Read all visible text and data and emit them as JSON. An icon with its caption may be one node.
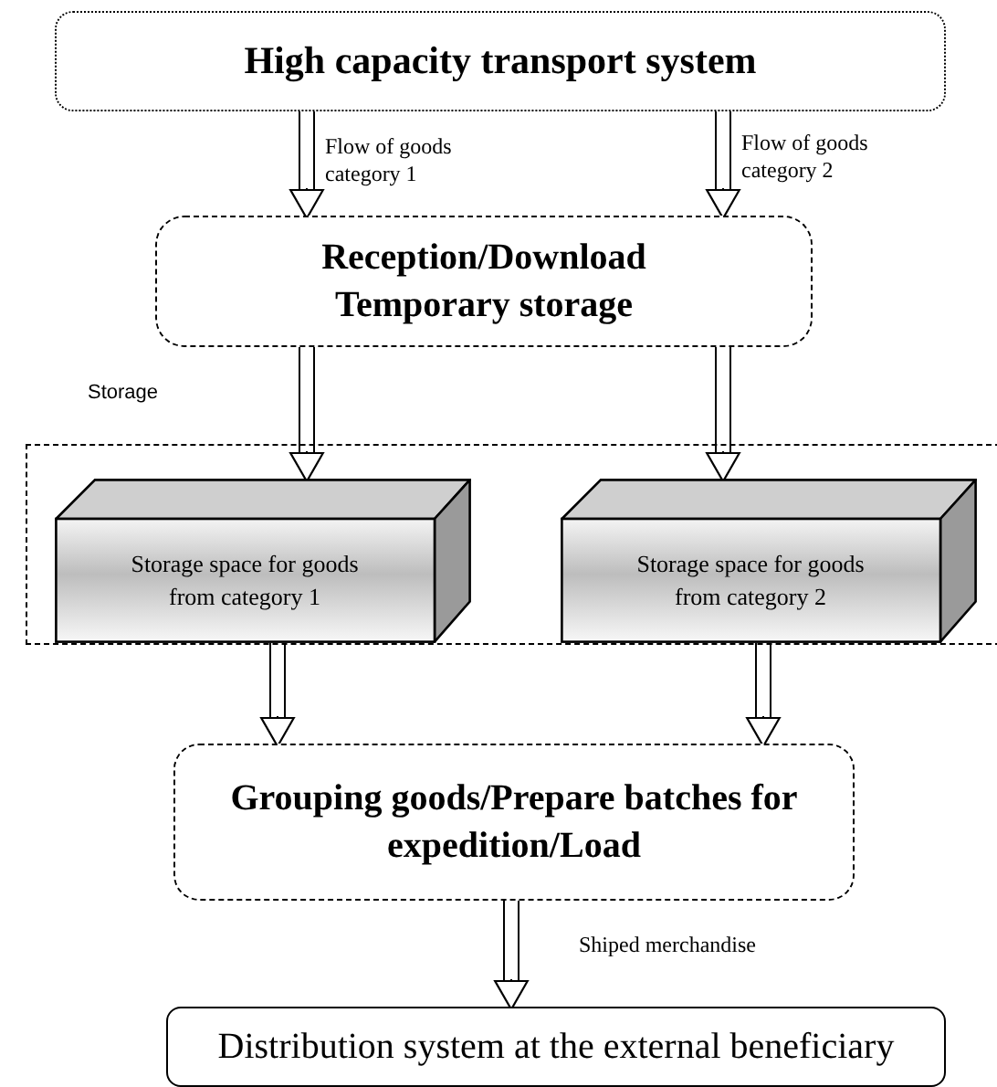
{
  "diagram": {
    "nodes": [
      {
        "text": [
          "High capacity transport system"
        ]
      },
      {
        "text": [
          "Reception/Download Temporary storage"
        ]
      },
      {
        "text": [
          "Storage"
        ]
      },
      {
        "text": [
          "Storage space for goods from category 1"
        ],
        "in": 2
      },
      {
        "text": [
          "Storage space for goods from category 2"
        ],
        "in": 2
      },
      {
        "text": [
          "Grouping goods/Prepare batches for expedition/Load"
        ]
      },
      {
        "text": [
          "Distribution system at the external beneficiary"
        ]
      }
    ],
    "edges": [
      {
        "from": 0,
        "to": 1,
        "arrow": "to",
        "label": "Flow of goods category 1"
      },
      {
        "from": 0,
        "to": 1,
        "arrow": "to",
        "label": "Flow of goods category 2"
      },
      {
        "from": 1,
        "to": 3,
        "arrow": "to"
      },
      {
        "from": 1,
        "to": 4,
        "arrow": "to"
      },
      {
        "from": 3,
        "to": 5,
        "arrow": "to"
      },
      {
        "from": 4,
        "to": 5,
        "arrow": "to"
      },
      {
        "from": 5,
        "to": 6,
        "arrow": "to",
        "label": "Shiped merchandise"
      }
    ]
  }
}
